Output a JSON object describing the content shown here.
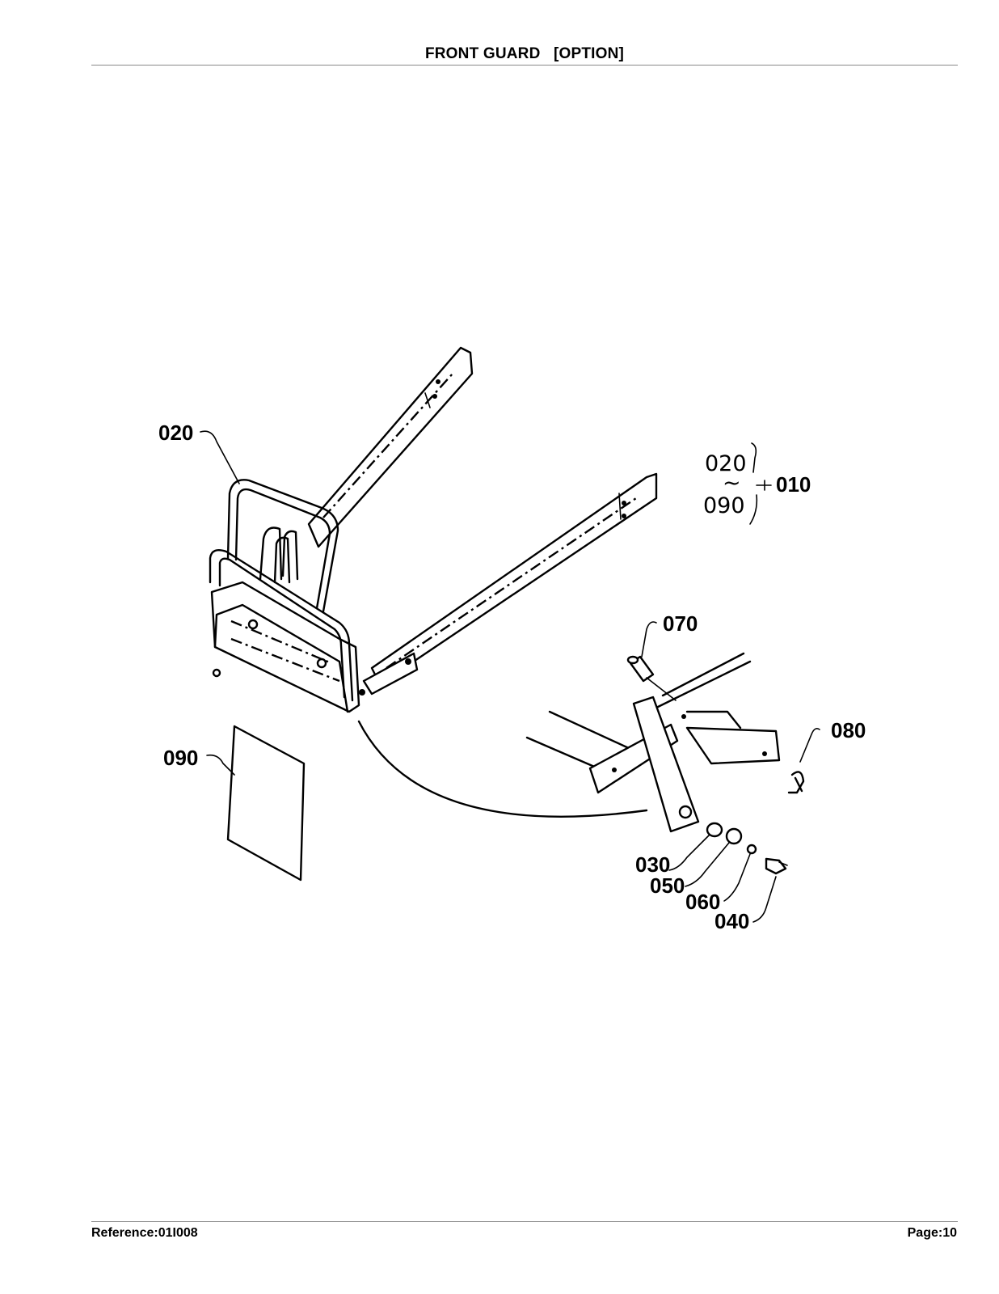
{
  "header": {
    "title": "FRONT GUARD   [OPTION]"
  },
  "footer": {
    "reference": "Reference:01I008",
    "page": "Page:10"
  },
  "callouts": {
    "c020": "020",
    "c090": "090",
    "c070": "070",
    "c080": "080",
    "c030": "030",
    "c050": "050",
    "c060": "060",
    "c040": "040"
  },
  "assembly": {
    "from": "020",
    "tilde": "~",
    "to": "090",
    "code": "010"
  }
}
